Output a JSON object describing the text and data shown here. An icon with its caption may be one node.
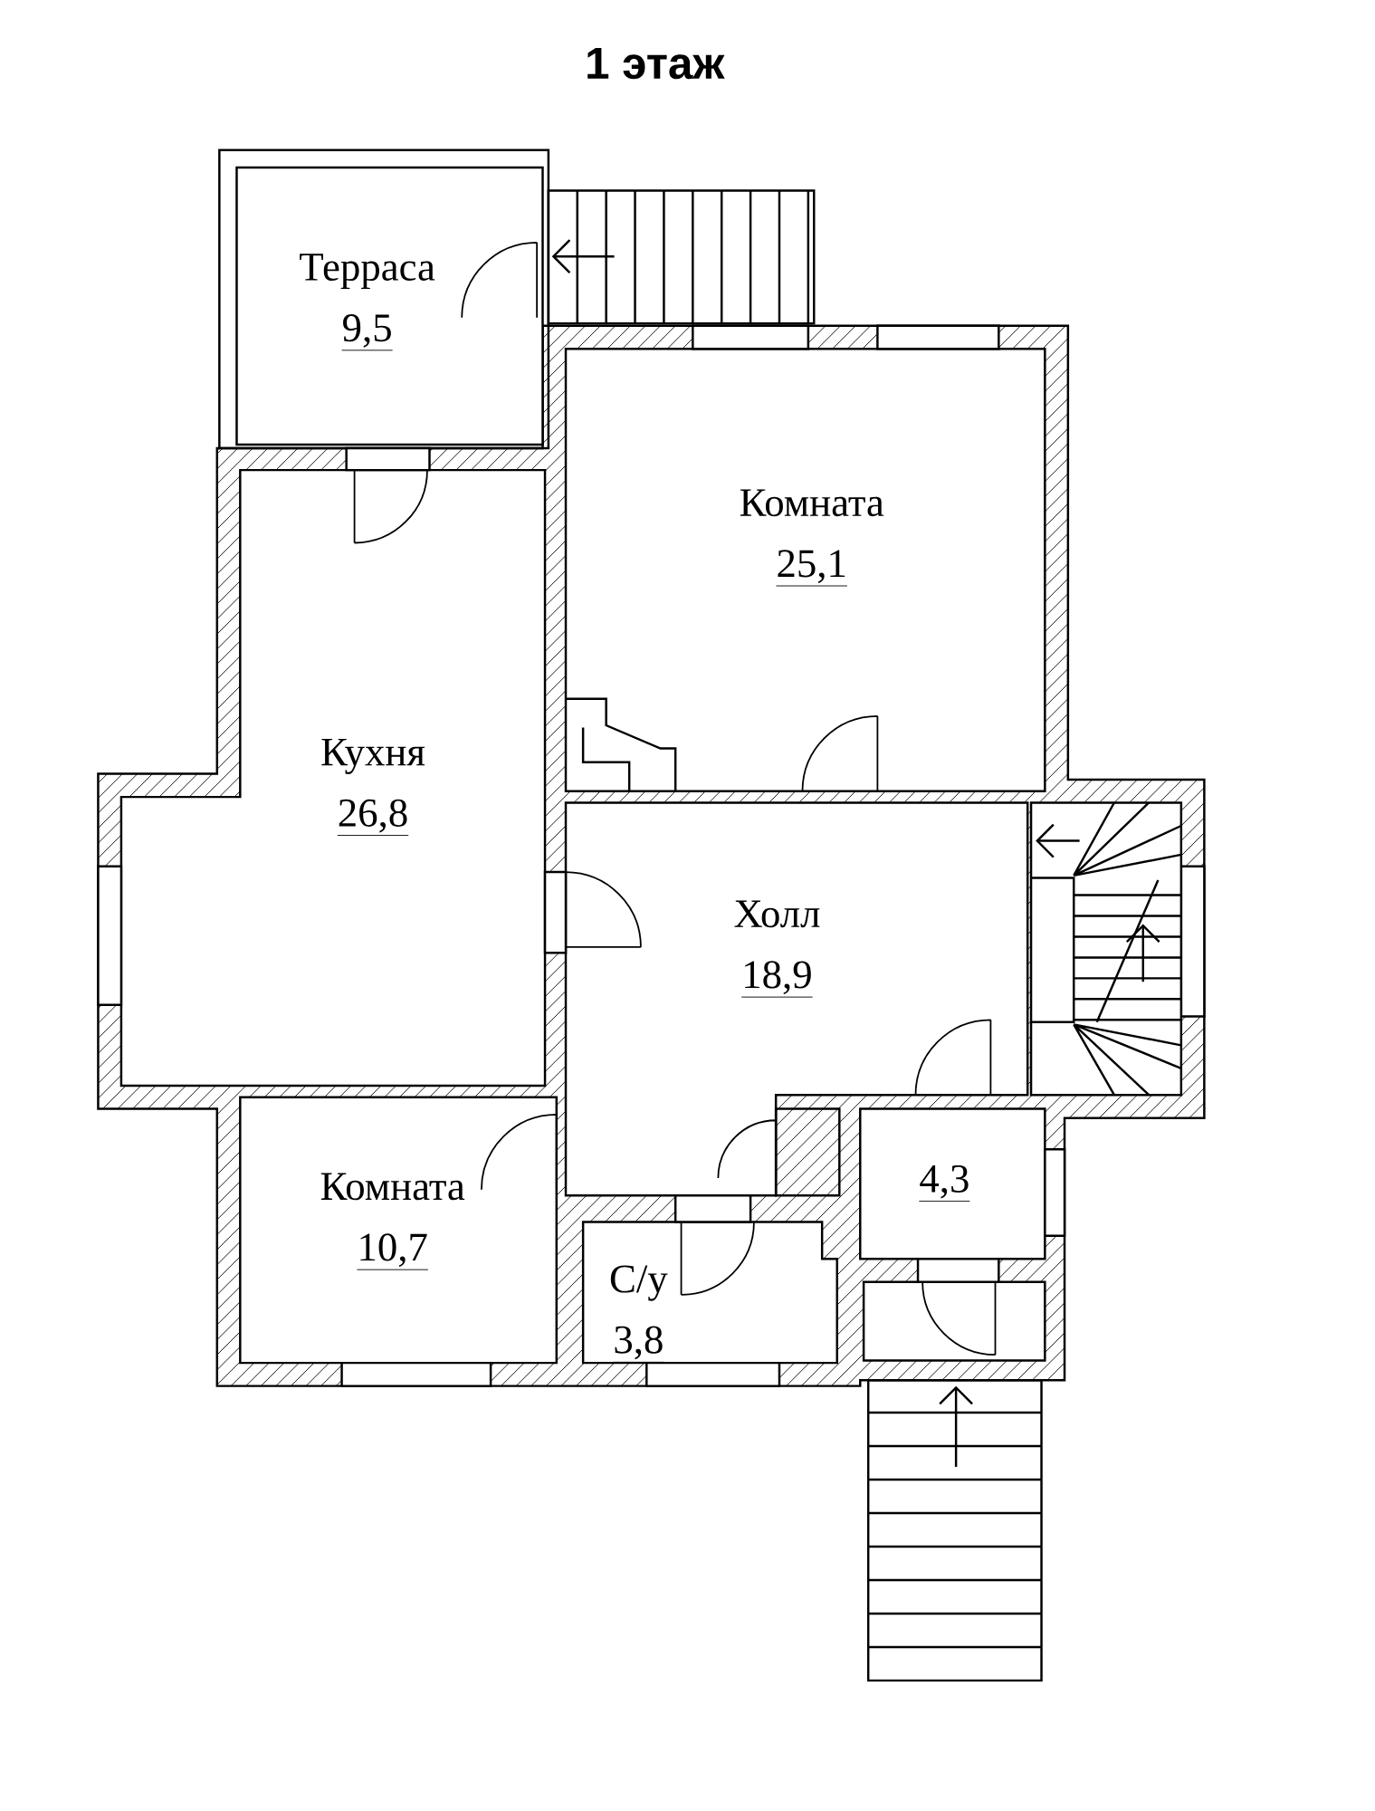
{
  "diagram": {
    "title": "1 этаж",
    "nodes": [
      {
        "text": [
          "Терраса",
          "9,5"
        ]
      },
      {
        "text": [
          "Комната",
          "25,1"
        ]
      },
      {
        "text": [
          "Кухня",
          "26,8"
        ]
      },
      {
        "text": [
          "Холл",
          "18,9"
        ]
      },
      {
        "text": [
          "Комната",
          "10,7"
        ]
      },
      {
        "text": [
          "С/у",
          "3,8"
        ]
      },
      {
        "text": [
          "4,3"
        ]
      },
      {
        "text": [],
        "shape": "box"
      }
    ]
  }
}
